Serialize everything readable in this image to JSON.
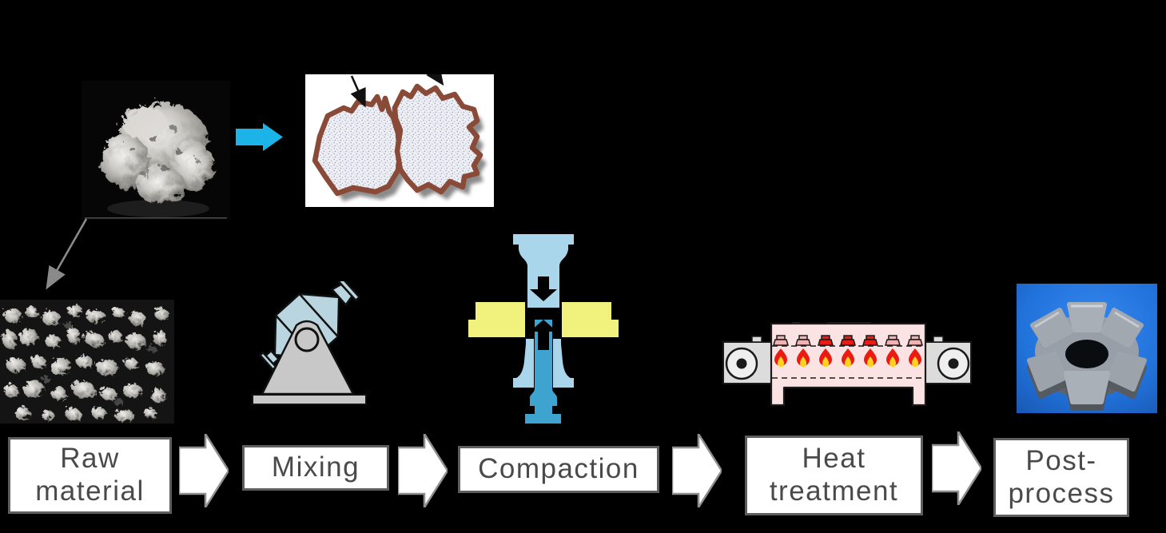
{
  "diagram": {
    "title_visible": false,
    "background": "#000000"
  },
  "flow": {
    "steps": [
      {
        "id": "raw-material",
        "label": "Raw\nmaterial"
      },
      {
        "id": "mixing",
        "label": "Mixing"
      },
      {
        "id": "compaction",
        "label": "Compaction"
      },
      {
        "id": "heat-treatment",
        "label": "Heat\ntreatment"
      },
      {
        "id": "post-process",
        "label": "Post-\nprocess"
      }
    ]
  },
  "icons": [
    "sem-particle-photo",
    "sem-powder-overview-photo",
    "coated-particles-illustration",
    "cyan-flow-arrow",
    "gray-pointer-arrow",
    "annotation-arrow",
    "mixer-machine-icon",
    "compaction-press-icon",
    "belt-furnace-icon",
    "sintered-part-photo",
    "flow-block-arrow"
  ],
  "colors": {
    "cyan_arrow": "#1CB4E8",
    "gray_arrow": "#8A8A8A",
    "particle_outline_brown": "#8A4A38",
    "particle_fill": "#F0F1F6",
    "box_bg": "#FFFFFF",
    "box_border": "#5E5E5E",
    "box_text": "#4A4A4A",
    "block_arrow_fill": "#FFFFFF",
    "block_arrow_border": "#8F8F8F",
    "mixer_blue": "#B9D6E0",
    "machine_gray": "#C8C8C8",
    "press_light_blue": "#A9D6EB",
    "press_dark_blue": "#3FA3CF",
    "die_yellow": "#F1F27D",
    "furnace_pink": "#FBE3E3",
    "flame_red": "#EA1B12",
    "flame_yellow": "#FFD21C",
    "burner_pink": "#F2B2B2",
    "roller_gray": "#EFEFEF",
    "part_bg_blue": "#2173DC",
    "part_gray": "#A2A8B0"
  }
}
